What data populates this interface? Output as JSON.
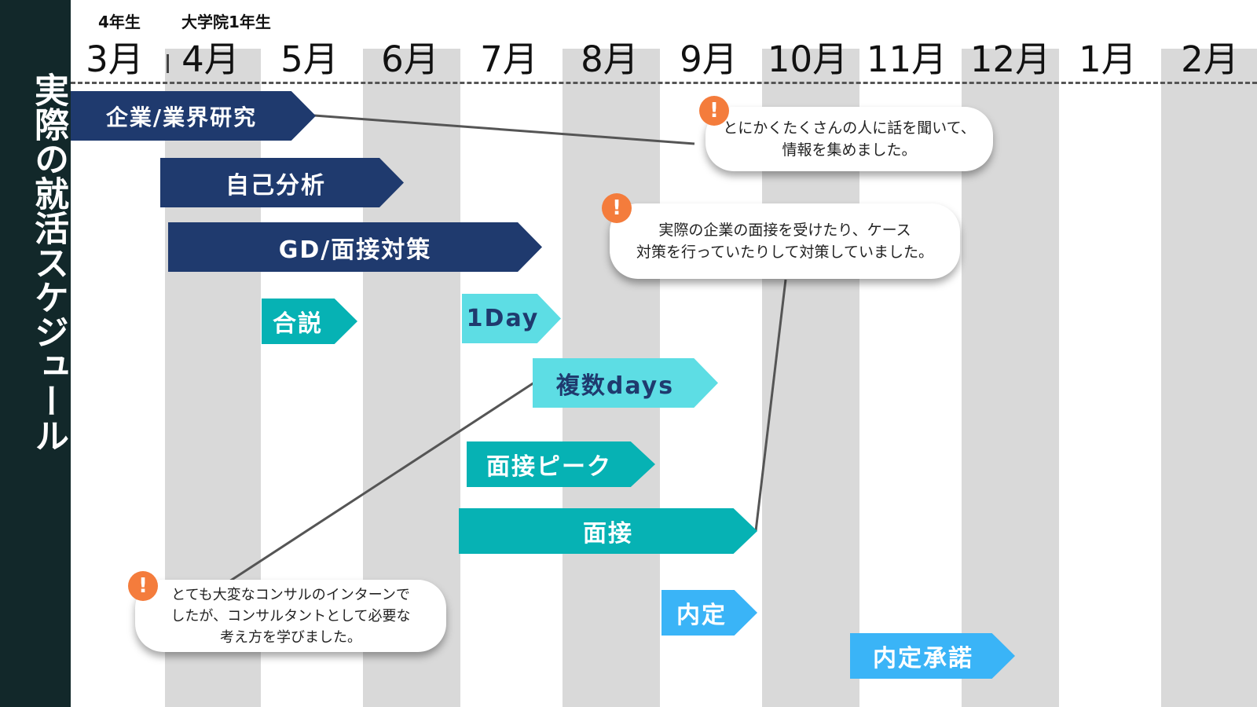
{
  "title": "実際の就活スケジュール",
  "year_labels": [
    "4年生",
    "大学院1年生"
  ],
  "months": [
    "3月",
    "4月",
    "5月",
    "6月",
    "7月",
    "8月",
    "9月",
    "10月",
    "11月",
    "12月",
    "1月",
    "2月"
  ],
  "bars": [
    {
      "label": "企業/業界研究",
      "color": "#1f3a6e"
    },
    {
      "label": "自己分析",
      "color": "#1f3a6e"
    },
    {
      "label": "GD/面接対策",
      "color": "#1f3a6e"
    },
    {
      "label": "合説",
      "color": "#06b2b4"
    },
    {
      "label": "1Day",
      "color": "#5ddde4",
      "text_color": "#1f3a6e"
    },
    {
      "label": "複数days",
      "color": "#5ddde4",
      "text_color": "#1f3a6e"
    },
    {
      "label": "面接ピーク",
      "color": "#06b2b4"
    },
    {
      "label": "面接",
      "color": "#06b2b4"
    },
    {
      "label": "内定",
      "color": "#3ab4f7"
    },
    {
      "label": "内定承諾",
      "color": "#3ab4f7"
    }
  ],
  "callouts": [
    {
      "text": "とにかくたくさんの人に話を聞いて、\n情報を集めました。"
    },
    {
      "text": "実際の企業の面接を受けたり、ケース\n対策を行っていたりして対策していました。"
    },
    {
      "text": "とても大変なコンサルのインターンで\nしたが、コンサルタントとして必要な\n考え方を学びました。"
    }
  ],
  "alert_icon": "!",
  "colors": {
    "sidebar": "#12282a",
    "stripe": "#d9d9d9",
    "alert": "#f47c3c"
  }
}
